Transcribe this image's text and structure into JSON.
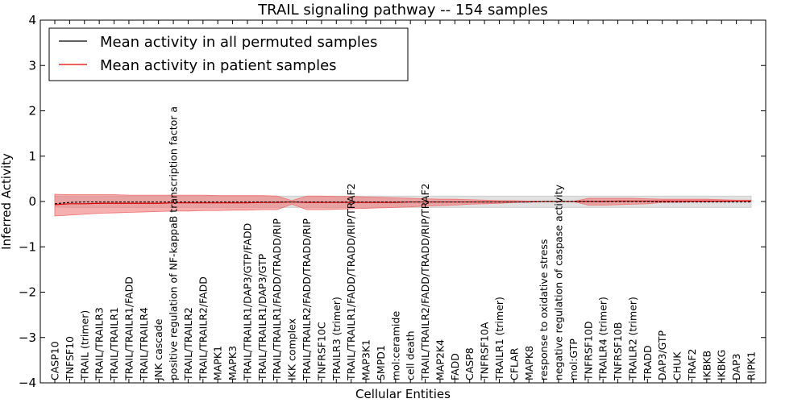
{
  "chart_data": {
    "type": "line",
    "title": "TRAIL signaling pathway -- 154 samples",
    "xlabel": "Cellular Entities",
    "ylabel": "Inferred Activity",
    "ylim": [
      -4,
      4
    ],
    "yticks": [
      -4,
      -3,
      -2,
      -1,
      0,
      1,
      2,
      3,
      4
    ],
    "grid": false,
    "legend_position": "top-left",
    "categories": [
      "CASP10",
      "TNFSF10",
      "TRAIL (trimer)",
      "TRAIL/TRAILR3",
      "TRAIL/TRAILR1",
      "TRAIL/TRAILR1/FADD",
      "TRAIL/TRAILR4",
      "JNK cascade",
      "positive regulation of NF-kappaB transcription factor a",
      "TRAIL/TRAILR2",
      "TRAIL/TRAILR2/FADD",
      "MAPK1",
      "MAPK3",
      "TRAIL/TRAILR1/DAP3/GTP/FADD",
      "TRAIL/TRAILR1/DAP3/GTP",
      "TRAIL/TRAILR1/FADD/TRADD/RIP",
      "IKK complex",
      "TRAIL/TRAILR2/FADD/TRADD/RIP",
      "TNFRSF10C",
      "TRAILR3 (trimer)",
      "TRAIL/TRAILR1/FADD/TRADD/RIP/TRAF2",
      "MAP3K1",
      "SMPD1",
      "mol:ceramide",
      "cell death",
      "TRAIL/TRAILR2/FADD/TRADD/RIP/TRAF2",
      "MAP2K4",
      "FADD",
      "CASP8",
      "TNFRSF10A",
      "TRAILR1 (trimer)",
      "CFLAR",
      "MAPK8",
      "response to oxidative stress",
      "negative regulation of caspase activity",
      "mol:GTP",
      "TNFRSF10D",
      "TRAILR4 (trimer)",
      "TNFRSF10B",
      "TRAILR2 (trimer)",
      "TRADD",
      "DAP3/GTP",
      "CHUK",
      "TRAF2",
      "IKBKB",
      "IKBKG",
      "DAP3",
      "RIPK1"
    ],
    "series": [
      {
        "name": "Mean activity in all permuted samples",
        "color": "#000000",
        "band_color": "#c8c8c8",
        "values": [
          -0.05,
          -0.02,
          -0.01,
          -0.01,
          -0.01,
          -0.01,
          -0.01,
          -0.01,
          -0.01,
          -0.01,
          -0.01,
          -0.01,
          -0.01,
          -0.01,
          -0.01,
          -0.01,
          -0.01,
          -0.01,
          -0.01,
          -0.01,
          -0.01,
          -0.01,
          -0.01,
          -0.01,
          -0.01,
          -0.01,
          -0.01,
          -0.01,
          -0.01,
          -0.01,
          -0.01,
          -0.01,
          -0.01,
          0.0,
          0.0,
          0.0,
          0.0,
          0.0,
          0.0,
          0.0,
          0.0,
          -0.01,
          -0.01,
          -0.01,
          -0.01,
          -0.01,
          -0.01,
          -0.01
        ],
        "lower": [
          -0.12,
          -0.13,
          -0.13,
          -0.13,
          -0.13,
          -0.13,
          -0.13,
          -0.13,
          -0.13,
          -0.13,
          -0.13,
          -0.13,
          -0.13,
          -0.13,
          -0.13,
          -0.13,
          -0.13,
          -0.13,
          -0.13,
          -0.13,
          -0.13,
          -0.13,
          -0.13,
          -0.13,
          -0.13,
          -0.13,
          -0.13,
          -0.13,
          -0.13,
          -0.13,
          -0.13,
          -0.13,
          -0.13,
          -0.13,
          -0.13,
          -0.13,
          -0.13,
          -0.13,
          -0.13,
          -0.13,
          -0.13,
          -0.13,
          -0.13,
          -0.13,
          -0.13,
          -0.13,
          -0.13,
          -0.13
        ],
        "upper": [
          0.12,
          0.12,
          0.12,
          0.12,
          0.12,
          0.12,
          0.12,
          0.12,
          0.12,
          0.12,
          0.12,
          0.12,
          0.12,
          0.12,
          0.12,
          0.12,
          0.12,
          0.12,
          0.12,
          0.12,
          0.12,
          0.12,
          0.12,
          0.12,
          0.12,
          0.12,
          0.12,
          0.12,
          0.12,
          0.12,
          0.12,
          0.12,
          0.12,
          0.12,
          0.12,
          0.12,
          0.12,
          0.12,
          0.12,
          0.12,
          0.12,
          0.12,
          0.12,
          0.12,
          0.12,
          0.12,
          0.12,
          0.12
        ]
      },
      {
        "name": "Mean activity in patient samples",
        "color": "#e00000",
        "band_color": "#f07070",
        "values": [
          -0.07,
          -0.05,
          -0.05,
          -0.04,
          -0.04,
          -0.04,
          -0.04,
          -0.04,
          -0.03,
          -0.03,
          -0.03,
          -0.03,
          -0.03,
          -0.03,
          -0.02,
          -0.02,
          -0.01,
          -0.02,
          -0.02,
          -0.02,
          -0.02,
          -0.02,
          -0.02,
          -0.02,
          -0.01,
          -0.01,
          -0.01,
          -0.01,
          -0.01,
          -0.01,
          -0.01,
          -0.01,
          -0.01,
          0.0,
          0.0,
          0.0,
          0.0,
          0.0,
          0.01,
          0.01,
          0.01,
          0.01,
          0.01,
          0.01,
          0.01,
          0.01,
          0.01,
          0.01
        ],
        "lower": [
          -0.32,
          -0.3,
          -0.28,
          -0.26,
          -0.25,
          -0.24,
          -0.23,
          -0.22,
          -0.21,
          -0.21,
          -0.2,
          -0.2,
          -0.19,
          -0.19,
          -0.18,
          -0.18,
          -0.06,
          -0.18,
          -0.18,
          -0.17,
          -0.16,
          -0.15,
          -0.14,
          -0.13,
          -0.12,
          -0.1,
          -0.09,
          -0.08,
          -0.06,
          -0.05,
          -0.04,
          -0.02,
          -0.01,
          0.0,
          0.0,
          0.0,
          -0.08,
          -0.08,
          -0.07,
          -0.06,
          -0.05,
          -0.02,
          -0.02,
          -0.01,
          -0.01,
          -0.01,
          0.0,
          0.0
        ],
        "upper": [
          0.16,
          0.15,
          0.15,
          0.15,
          0.15,
          0.14,
          0.14,
          0.14,
          0.14,
          0.14,
          0.14,
          0.13,
          0.13,
          0.13,
          0.13,
          0.12,
          0.02,
          0.12,
          0.12,
          0.11,
          0.11,
          0.1,
          0.09,
          0.08,
          0.07,
          0.06,
          0.05,
          0.05,
          0.04,
          0.03,
          0.02,
          0.02,
          0.01,
          0.0,
          0.0,
          0.0,
          0.07,
          0.07,
          0.07,
          0.07,
          0.06,
          0.05,
          0.05,
          0.05,
          0.05,
          0.04,
          0.03,
          0.03
        ]
      }
    ]
  }
}
